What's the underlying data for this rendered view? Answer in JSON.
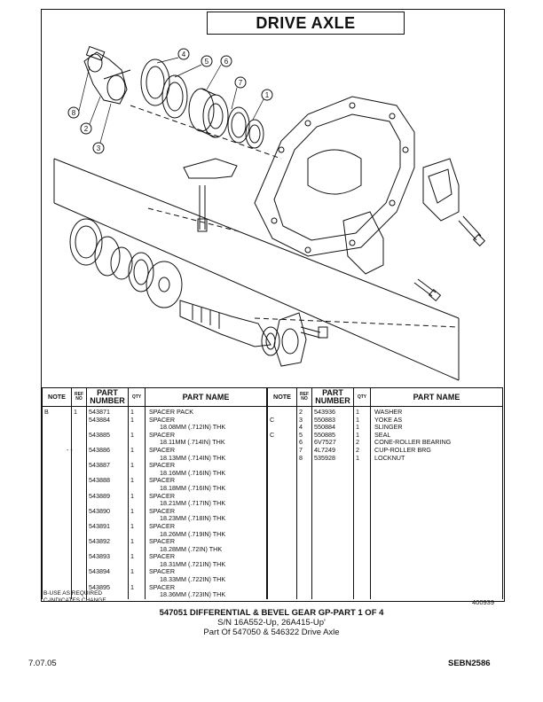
{
  "header": {
    "title": "DRIVE AXLE"
  },
  "callouts": [
    "1",
    "2",
    "3",
    "4",
    "5",
    "6",
    "7",
    "8"
  ],
  "table": {
    "headers": {
      "note": "NOTE",
      "ref_no": "REF NO",
      "part_number": "PART NUMBER",
      "qty": "QTY",
      "part_name": "PART NAME"
    },
    "left_rows": [
      {
        "note": "B",
        "ref": "1",
        "part": "543871",
        "qty": "1",
        "name": "SPACER PACK"
      },
      {
        "note": "",
        "ref": "",
        "part": "543884",
        "qty": "1",
        "name": "SPACER"
      },
      {
        "note": "",
        "ref": "",
        "part": "",
        "qty": "",
        "name": "18.08MM (.712IN) THK"
      },
      {
        "note": "",
        "ref": "",
        "part": "543885",
        "qty": "1",
        "name": "SPACER"
      },
      {
        "note": "",
        "ref": "",
        "part": "",
        "qty": "",
        "name": "18.11MM (.714IN) THK"
      },
      {
        "note": "",
        "ref": "",
        "part": "543886",
        "qty": "1",
        "name": "SPACER"
      },
      {
        "note": "",
        "ref": "",
        "part": "",
        "qty": "",
        "name": "18.13MM (.714IN) THK"
      },
      {
        "note": "",
        "ref": "",
        "part": "543887",
        "qty": "1",
        "name": "SPACER"
      },
      {
        "note": "",
        "ref": "",
        "part": "",
        "qty": "",
        "name": "18.16MM (.716IN) THK"
      },
      {
        "note": "",
        "ref": "",
        "part": "543888",
        "qty": "1",
        "name": "SPACER"
      },
      {
        "note": "",
        "ref": "",
        "part": "",
        "qty": "",
        "name": "18.18MM (.716IN) THK"
      },
      {
        "note": "",
        "ref": "",
        "part": "543889",
        "qty": "1",
        "name": "SPACER"
      },
      {
        "note": "",
        "ref": "",
        "part": "",
        "qty": "",
        "name": "18.21MM (.717IN) THK"
      },
      {
        "note": "",
        "ref": "",
        "part": "543890",
        "qty": "1",
        "name": "SPACER"
      },
      {
        "note": "",
        "ref": "",
        "part": "",
        "qty": "",
        "name": "18.23MM (.718IN) THK"
      },
      {
        "note": "",
        "ref": "",
        "part": "543891",
        "qty": "1",
        "name": "SPACER"
      },
      {
        "note": "",
        "ref": "",
        "part": "",
        "qty": "",
        "name": "18.26MM (.719IN) THK"
      },
      {
        "note": "",
        "ref": "",
        "part": "543892",
        "qty": "1",
        "name": "SPACER"
      },
      {
        "note": "",
        "ref": "",
        "part": "",
        "qty": "",
        "name": "18.28MM (.72IN) THK"
      },
      {
        "note": "",
        "ref": "",
        "part": "543893",
        "qty": "1",
        "name": "SPACER"
      },
      {
        "note": "",
        "ref": "",
        "part": "",
        "qty": "",
        "name": "18.31MM (.721IN) THK"
      },
      {
        "note": "",
        "ref": "",
        "part": "543894",
        "qty": "1",
        "name": "SPACER"
      },
      {
        "note": "",
        "ref": "",
        "part": "",
        "qty": "",
        "name": "18.33MM (.722IN) THK"
      },
      {
        "note": "",
        "ref": "",
        "part": "543895",
        "qty": "1",
        "name": "SPACER"
      },
      {
        "note": "",
        "ref": "",
        "part": "",
        "qty": "",
        "name": "18.36MM (.723IN) THK"
      }
    ],
    "right_rows": [
      {
        "note": "",
        "ref": "2",
        "part": "543936",
        "qty": "1",
        "name": "WASHER"
      },
      {
        "note": "C",
        "ref": "3",
        "part": "550883",
        "qty": "1",
        "name": "YOKE AS"
      },
      {
        "note": "",
        "ref": "4",
        "part": "550884",
        "qty": "1",
        "name": "   SLINGER"
      },
      {
        "note": "C",
        "ref": "5",
        "part": "550885",
        "qty": "1",
        "name": "SEAL"
      },
      {
        "note": "",
        "ref": "6",
        "part": "6V7527",
        "qty": "2",
        "name": "CONE-ROLLER BEARING"
      },
      {
        "note": "",
        "ref": "7",
        "part": "4L7249",
        "qty": "2",
        "name": "CUP-ROLLER BRG"
      },
      {
        "note": "",
        "ref": "8",
        "part": "535928",
        "qty": "1",
        "name": "LOCKNUT"
      }
    ],
    "dash_mark": "- -"
  },
  "notes": [
    "B-USE AS REQUIRED",
    "C-INDICATES CHANGE"
  ],
  "ref_number": "400939",
  "caption": {
    "line1": "547051 DIFFERENTIAL & BEVEL GEAR GP-PART 1 OF 4",
    "line2": "S/N 16A552-Up, 26A415-Up'",
    "line3": "Part Of 547050 & 546322 Drive Axle"
  },
  "footer": {
    "left": "7.07.05",
    "right": "SEBN2586"
  }
}
